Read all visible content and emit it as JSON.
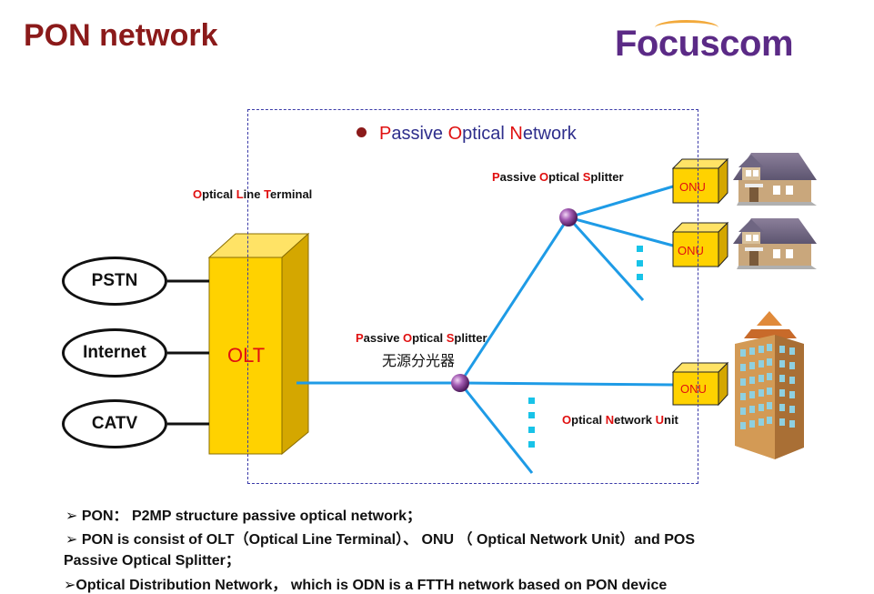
{
  "slide": {
    "title": "PON network",
    "logo_text": "Focuscom"
  },
  "diagram": {
    "pon_heading": {
      "p": "P",
      "assive": "assive ",
      "o": "O",
      "ptical": "ptical ",
      "n": "N",
      "etwork": "etwork"
    },
    "olt_caption": {
      "o": "O",
      "ptical": "ptical ",
      "l": "L",
      "ine": "ine ",
      "t": "T",
      "erminal": "erminal"
    },
    "splitter_top_caption": {
      "p": "P",
      "assive": "assive ",
      "o": "O",
      "ptical": "ptical ",
      "s": "S",
      "plitter": "plitter"
    },
    "splitter_mid_caption": {
      "p": "P",
      "assive": "assive ",
      "o": "O",
      "ptical": "ptical ",
      "s": "S",
      "plitter": "plitter"
    },
    "splitter_cn": "无源分光器",
    "onu_caption": {
      "o": "O",
      "ptical": "ptical ",
      "n": "N",
      "etwork": "etwork ",
      "u": "U",
      "nit": "nit"
    },
    "olt_label": "OLT",
    "services": [
      "PSTN",
      "Internet",
      "CATV"
    ],
    "onu_labels": [
      "ONU",
      "ONU",
      "ONU"
    ]
  },
  "notes": [
    "➢ PON： P2MP structure passive optical network；",
    "➢ PON is consist of OLT（Optical Line Terminal）、 ONU （ Optical Network Unit）and POS",
    "Passive Optical Splitter；",
    "➢Optical Distribution Network， which is ODN is a FTTH network based on PON device"
  ],
  "colors": {
    "title": "#8b1a1a",
    "logo": "#5b2a86",
    "fiber": "#1e9be6",
    "box_yellow": "#ffd200",
    "accent_red": "#e01010"
  }
}
